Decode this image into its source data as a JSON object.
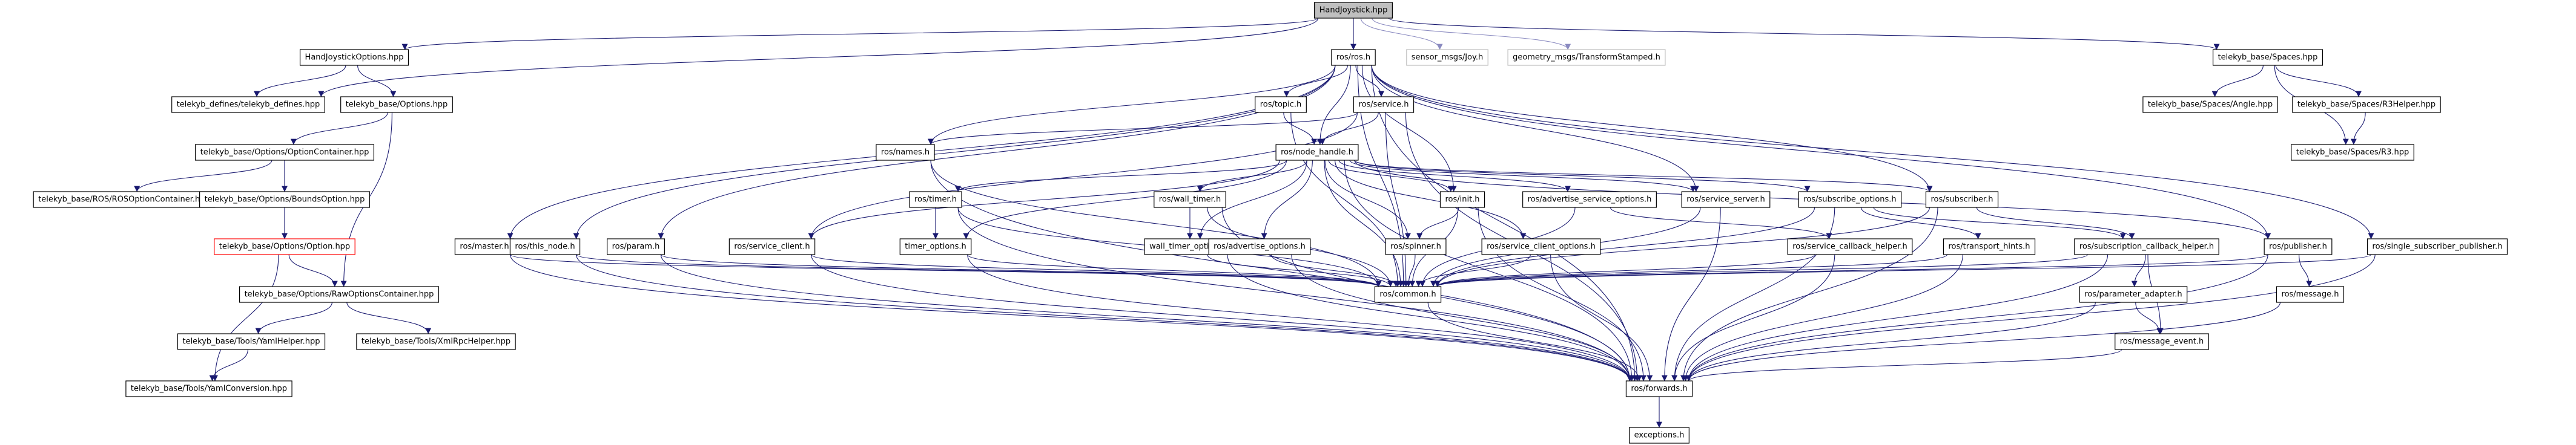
{
  "graph": {
    "title": "HandJoystick.hpp",
    "colors": {
      "root_fill": "#bfbfbf",
      "node_border": "#000000",
      "missing_border": "#bfbfbf",
      "highlight_border": "#ff0000",
      "edge": "#191970",
      "edge_light": "#8a8ac0"
    },
    "nodes": [
      {
        "id": "root",
        "label": "HandJoystick.hpp",
        "kind": "root"
      },
      {
        "id": "ros_h",
        "label": "ros/ros.h",
        "kind": "normal"
      },
      {
        "id": "sensor_msgs",
        "label": "sensor_msgs/Joy.h",
        "kind": "missing"
      },
      {
        "id": "geometry_msgs",
        "label": "geometry_msgs/TransformStamped.h",
        "kind": "missing"
      },
      {
        "id": "spaces_hpp",
        "label": "telekyb_base/Spaces.hpp",
        "kind": "normal"
      },
      {
        "id": "hjopt",
        "label": "HandJoystickOptions.hpp",
        "kind": "normal"
      },
      {
        "id": "tk_defines",
        "label": "telekyb_defines/telekyb_defines.hpp",
        "kind": "normal"
      },
      {
        "id": "tk_options",
        "label": "telekyb_base/Options.hpp",
        "kind": "normal"
      },
      {
        "id": "optcontainer",
        "label": "telekyb_base/Options/OptionContainer.hpp",
        "kind": "normal"
      },
      {
        "id": "rosoptcontainer",
        "label": "telekyb_base/ROS/ROSOptionContainer.hpp",
        "kind": "normal"
      },
      {
        "id": "boundsoption",
        "label": "telekyb_base/Options/BoundsOption.hpp",
        "kind": "normal"
      },
      {
        "id": "option_hpp",
        "label": "telekyb_base/Options/Option.hpp",
        "kind": "highlight"
      },
      {
        "id": "rawoptcontainer",
        "label": "telekyb_base/Options/RawOptionsContainer.hpp",
        "kind": "normal"
      },
      {
        "id": "yamlhelper",
        "label": "telekyb_base/Tools/YamlHelper.hpp",
        "kind": "normal"
      },
      {
        "id": "xmlrpchelper",
        "label": "telekyb_base/Tools/XmlRpcHelper.hpp",
        "kind": "normal"
      },
      {
        "id": "yamlconversion",
        "label": "telekyb_base/Tools/YamlConversion.hpp",
        "kind": "normal"
      },
      {
        "id": "topic_h",
        "label": "ros/topic.h",
        "kind": "normal"
      },
      {
        "id": "service_h",
        "label": "ros/service.h",
        "kind": "normal"
      },
      {
        "id": "names_h",
        "label": "ros/names.h",
        "kind": "normal"
      },
      {
        "id": "node_handle",
        "label": "ros/node_handle.h",
        "kind": "normal"
      },
      {
        "id": "master_h",
        "label": "ros/master.h",
        "kind": "normal"
      },
      {
        "id": "this_node",
        "label": "ros/this_node.h",
        "kind": "normal"
      },
      {
        "id": "param_h",
        "label": "ros/param.h",
        "kind": "normal"
      },
      {
        "id": "service_client",
        "label": "ros/service_client.h",
        "kind": "normal"
      },
      {
        "id": "timer_h",
        "label": "ros/timer.h",
        "kind": "normal"
      },
      {
        "id": "timer_options",
        "label": "timer_options.h",
        "kind": "normal"
      },
      {
        "id": "wall_timer",
        "label": "ros/wall_timer.h",
        "kind": "normal"
      },
      {
        "id": "wall_timer_options",
        "label": "wall_timer_options.h",
        "kind": "normal"
      },
      {
        "id": "advertise_options",
        "label": "ros/advertise_options.h",
        "kind": "normal"
      },
      {
        "id": "init_h",
        "label": "ros/init.h",
        "kind": "normal"
      },
      {
        "id": "spinner_h",
        "label": "ros/spinner.h",
        "kind": "normal"
      },
      {
        "id": "adv_service_options",
        "label": "ros/advertise_service_options.h",
        "kind": "normal"
      },
      {
        "id": "service_client_options",
        "label": "ros/service_client_options.h",
        "kind": "normal"
      },
      {
        "id": "service_server",
        "label": "ros/service_server.h",
        "kind": "normal"
      },
      {
        "id": "subscribe_options",
        "label": "ros/subscribe_options.h",
        "kind": "normal"
      },
      {
        "id": "service_callback_helper",
        "label": "ros/service_callback_helper.h",
        "kind": "normal"
      },
      {
        "id": "transport_hints",
        "label": "ros/transport_hints.h",
        "kind": "normal"
      },
      {
        "id": "subscriber_h",
        "label": "ros/subscriber.h",
        "kind": "normal"
      },
      {
        "id": "sub_callback_helper",
        "label": "ros/subscription_callback_helper.h",
        "kind": "normal"
      },
      {
        "id": "parameter_adapter",
        "label": "ros/parameter_adapter.h",
        "kind": "normal"
      },
      {
        "id": "message_event",
        "label": "ros/message_event.h",
        "kind": "normal"
      },
      {
        "id": "publisher_h",
        "label": "ros/publisher.h",
        "kind": "normal"
      },
      {
        "id": "message_h",
        "label": "ros/message.h",
        "kind": "normal"
      },
      {
        "id": "single_sub_pub",
        "label": "ros/single_subscriber_publisher.h",
        "kind": "normal"
      },
      {
        "id": "common_h",
        "label": "ros/common.h",
        "kind": "normal"
      },
      {
        "id": "forwards_h",
        "label": "ros/forwards.h",
        "kind": "normal"
      },
      {
        "id": "exceptions_h",
        "label": "exceptions.h",
        "kind": "normal"
      },
      {
        "id": "angle_hpp",
        "label": "telekyb_base/Spaces/Angle.hpp",
        "kind": "normal"
      },
      {
        "id": "r3helper",
        "label": "telekyb_base/Spaces/R3Helper.hpp",
        "kind": "normal"
      },
      {
        "id": "r3_hpp",
        "label": "telekyb_base/Spaces/R3.hpp",
        "kind": "normal"
      }
    ],
    "edges": [
      [
        "root",
        "ros_h"
      ],
      [
        "root",
        "sensor_msgs"
      ],
      [
        "root",
        "geometry_msgs"
      ],
      [
        "root",
        "spaces_hpp"
      ],
      [
        "root",
        "hjopt"
      ],
      [
        "root",
        "tk_defines"
      ],
      [
        "hjopt",
        "tk_defines"
      ],
      [
        "hjopt",
        "tk_options"
      ],
      [
        "tk_options",
        "optcontainer"
      ],
      [
        "tk_options",
        "rawoptcontainer"
      ],
      [
        "optcontainer",
        "rosoptcontainer"
      ],
      [
        "optcontainer",
        "boundsoption"
      ],
      [
        "boundsoption",
        "option_hpp"
      ],
      [
        "option_hpp",
        "rawoptcontainer"
      ],
      [
        "option_hpp",
        "yamlconversion"
      ],
      [
        "rawoptcontainer",
        "yamlhelper"
      ],
      [
        "rawoptcontainer",
        "xmlrpchelper"
      ],
      [
        "yamlhelper",
        "yamlconversion"
      ],
      [
        "spaces_hpp",
        "angle_hpp"
      ],
      [
        "spaces_hpp",
        "r3helper"
      ],
      [
        "spaces_hpp",
        "r3_hpp"
      ],
      [
        "r3helper",
        "r3_hpp"
      ],
      [
        "ros_h",
        "topic_h"
      ],
      [
        "ros_h",
        "service_h"
      ],
      [
        "ros_h",
        "names_h"
      ],
      [
        "ros_h",
        "node_handle"
      ],
      [
        "ros_h",
        "master_h"
      ],
      [
        "ros_h",
        "this_node"
      ],
      [
        "ros_h",
        "param_h"
      ],
      [
        "ros_h",
        "init_h"
      ],
      [
        "ros_h",
        "service_server"
      ],
      [
        "ros_h",
        "subscriber_h"
      ],
      [
        "ros_h",
        "single_sub_pub"
      ],
      [
        "ros_h",
        "publisher_h"
      ],
      [
        "ros_h",
        "common_h"
      ],
      [
        "ros_h",
        "forwards_h"
      ],
      [
        "topic_h",
        "node_handle"
      ],
      [
        "topic_h",
        "common_h"
      ],
      [
        "service_h",
        "node_handle"
      ],
      [
        "service_h",
        "names_h"
      ],
      [
        "service_h",
        "common_h"
      ],
      [
        "service_h",
        "service_client"
      ],
      [
        "service_h",
        "forwards_h"
      ],
      [
        "names_h",
        "common_h"
      ],
      [
        "names_h",
        "forwards_h"
      ],
      [
        "node_handle",
        "service_client"
      ],
      [
        "node_handle",
        "timer_h"
      ],
      [
        "node_handle",
        "wall_timer"
      ],
      [
        "node_handle",
        "advertise_options"
      ],
      [
        "node_handle",
        "init_h"
      ],
      [
        "node_handle",
        "spinner_h"
      ],
      [
        "node_handle",
        "adv_service_options"
      ],
      [
        "node_handle",
        "service_server"
      ],
      [
        "node_handle",
        "subscribe_options"
      ],
      [
        "node_handle",
        "subscriber_h"
      ],
      [
        "node_handle",
        "publisher_h"
      ],
      [
        "node_handle",
        "common_h"
      ],
      [
        "node_handle",
        "forwards_h"
      ],
      [
        "node_handle",
        "timer_options"
      ],
      [
        "node_handle",
        "wall_timer_options"
      ],
      [
        "node_handle",
        "service_client_options"
      ],
      [
        "master_h",
        "common_h"
      ],
      [
        "master_h",
        "forwards_h"
      ],
      [
        "this_node",
        "common_h"
      ],
      [
        "this_node",
        "forwards_h"
      ],
      [
        "param_h",
        "common_h"
      ],
      [
        "param_h",
        "forwards_h"
      ],
      [
        "service_client",
        "common_h"
      ],
      [
        "service_client",
        "forwards_h"
      ],
      [
        "timer_h",
        "timer_options"
      ],
      [
        "timer_h",
        "common_h"
      ],
      [
        "timer_h",
        "forwards_h"
      ],
      [
        "timer_options",
        "common_h"
      ],
      [
        "timer_options",
        "forwards_h"
      ],
      [
        "wall_timer",
        "wall_timer_options"
      ],
      [
        "wall_timer",
        "common_h"
      ],
      [
        "wall_timer",
        "forwards_h"
      ],
      [
        "wall_timer_options",
        "common_h"
      ],
      [
        "wall_timer_options",
        "forwards_h"
      ],
      [
        "advertise_options",
        "common_h"
      ],
      [
        "advertise_options",
        "forwards_h"
      ],
      [
        "init_h",
        "spinner_h"
      ],
      [
        "init_h",
        "common_h"
      ],
      [
        "init_h",
        "forwards_h"
      ],
      [
        "spinner_h",
        "common_h"
      ],
      [
        "adv_service_options",
        "service_callback_helper"
      ],
      [
        "adv_service_options",
        "common_h"
      ],
      [
        "service_client_options",
        "common_h"
      ],
      [
        "service_client_options",
        "forwards_h"
      ],
      [
        "service_server",
        "common_h"
      ],
      [
        "service_server",
        "forwards_h"
      ],
      [
        "subscribe_options",
        "transport_hints"
      ],
      [
        "subscribe_options",
        "sub_callback_helper"
      ],
      [
        "subscribe_options",
        "common_h"
      ],
      [
        "subscribe_options",
        "forwards_h"
      ],
      [
        "service_callback_helper",
        "common_h"
      ],
      [
        "service_callback_helper",
        "forwards_h"
      ],
      [
        "transport_hints",
        "common_h"
      ],
      [
        "transport_hints",
        "forwards_h"
      ],
      [
        "subscriber_h",
        "common_h"
      ],
      [
        "subscriber_h",
        "sub_callback_helper"
      ],
      [
        "subscriber_h",
        "forwards_h"
      ],
      [
        "sub_callback_helper",
        "parameter_adapter"
      ],
      [
        "sub_callback_helper",
        "message_event"
      ],
      [
        "sub_callback_helper",
        "common_h"
      ],
      [
        "sub_callback_helper",
        "forwards_h"
      ],
      [
        "parameter_adapter",
        "message_event"
      ],
      [
        "parameter_adapter",
        "forwards_h"
      ],
      [
        "message_event",
        "forwards_h"
      ],
      [
        "publisher_h",
        "message_h"
      ],
      [
        "publisher_h",
        "common_h"
      ],
      [
        "publisher_h",
        "forwards_h"
      ],
      [
        "single_sub_pub",
        "common_h"
      ],
      [
        "single_sub_pub",
        "forwards_h"
      ],
      [
        "message_h",
        "forwards_h"
      ],
      [
        "common_h",
        "forwards_h"
      ],
      [
        "forwards_h",
        "exceptions_h"
      ]
    ]
  }
}
